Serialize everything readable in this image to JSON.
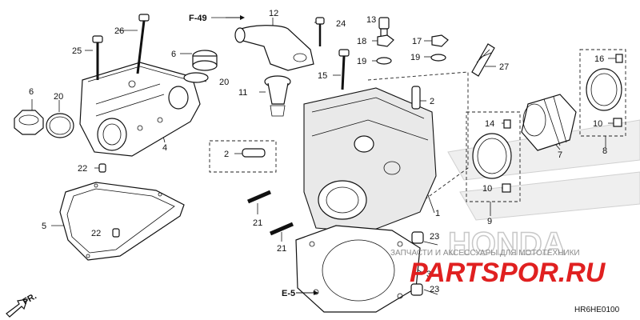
{
  "diagram": {
    "callouts": [
      {
        "id": "c1",
        "text": "1"
      },
      {
        "id": "c2a",
        "text": "2"
      },
      {
        "id": "c2b",
        "text": "2"
      },
      {
        "id": "c3",
        "text": "3"
      },
      {
        "id": "c4",
        "text": "4"
      },
      {
        "id": "c5",
        "text": "5"
      },
      {
        "id": "c6a",
        "text": "6"
      },
      {
        "id": "c6b",
        "text": "6"
      },
      {
        "id": "c7",
        "text": "7"
      },
      {
        "id": "c8",
        "text": "8"
      },
      {
        "id": "c9",
        "text": "9"
      },
      {
        "id": "c10a",
        "text": "10"
      },
      {
        "id": "c10b",
        "text": "10"
      },
      {
        "id": "c11",
        "text": "11"
      },
      {
        "id": "c12",
        "text": "12"
      },
      {
        "id": "c13",
        "text": "13"
      },
      {
        "id": "c14",
        "text": "14"
      },
      {
        "id": "c15",
        "text": "15"
      },
      {
        "id": "c16",
        "text": "16"
      },
      {
        "id": "c17",
        "text": "17"
      },
      {
        "id": "c18",
        "text": "18"
      },
      {
        "id": "c19a",
        "text": "19"
      },
      {
        "id": "c19b",
        "text": "19"
      },
      {
        "id": "c20a",
        "text": "20"
      },
      {
        "id": "c20b",
        "text": "20"
      },
      {
        "id": "c21a",
        "text": "21"
      },
      {
        "id": "c21b",
        "text": "21"
      },
      {
        "id": "c22a",
        "text": "22"
      },
      {
        "id": "c22b",
        "text": "22"
      },
      {
        "id": "c23a",
        "text": "23"
      },
      {
        "id": "c23b",
        "text": "23"
      },
      {
        "id": "c24",
        "text": "24"
      },
      {
        "id": "c25",
        "text": "25"
      },
      {
        "id": "c26",
        "text": "26"
      },
      {
        "id": "c27",
        "text": "27"
      }
    ],
    "refs": {
      "f49": "F-49",
      "e5": "E-5",
      "fr": "FR."
    },
    "diagram_code": "HR6HE0100",
    "watermark": {
      "small_text": "ЗАПЧАСТИ И АКСЕССУАРЫ ДЛЯ МОТОТЕХНИКИ",
      "big_text": "PARTSPOR.RU",
      "brand": "HONDA"
    },
    "colors": {
      "line": "#111111",
      "watermark_red": "#e02020",
      "watermark_gray": "#c8c8c8"
    }
  }
}
